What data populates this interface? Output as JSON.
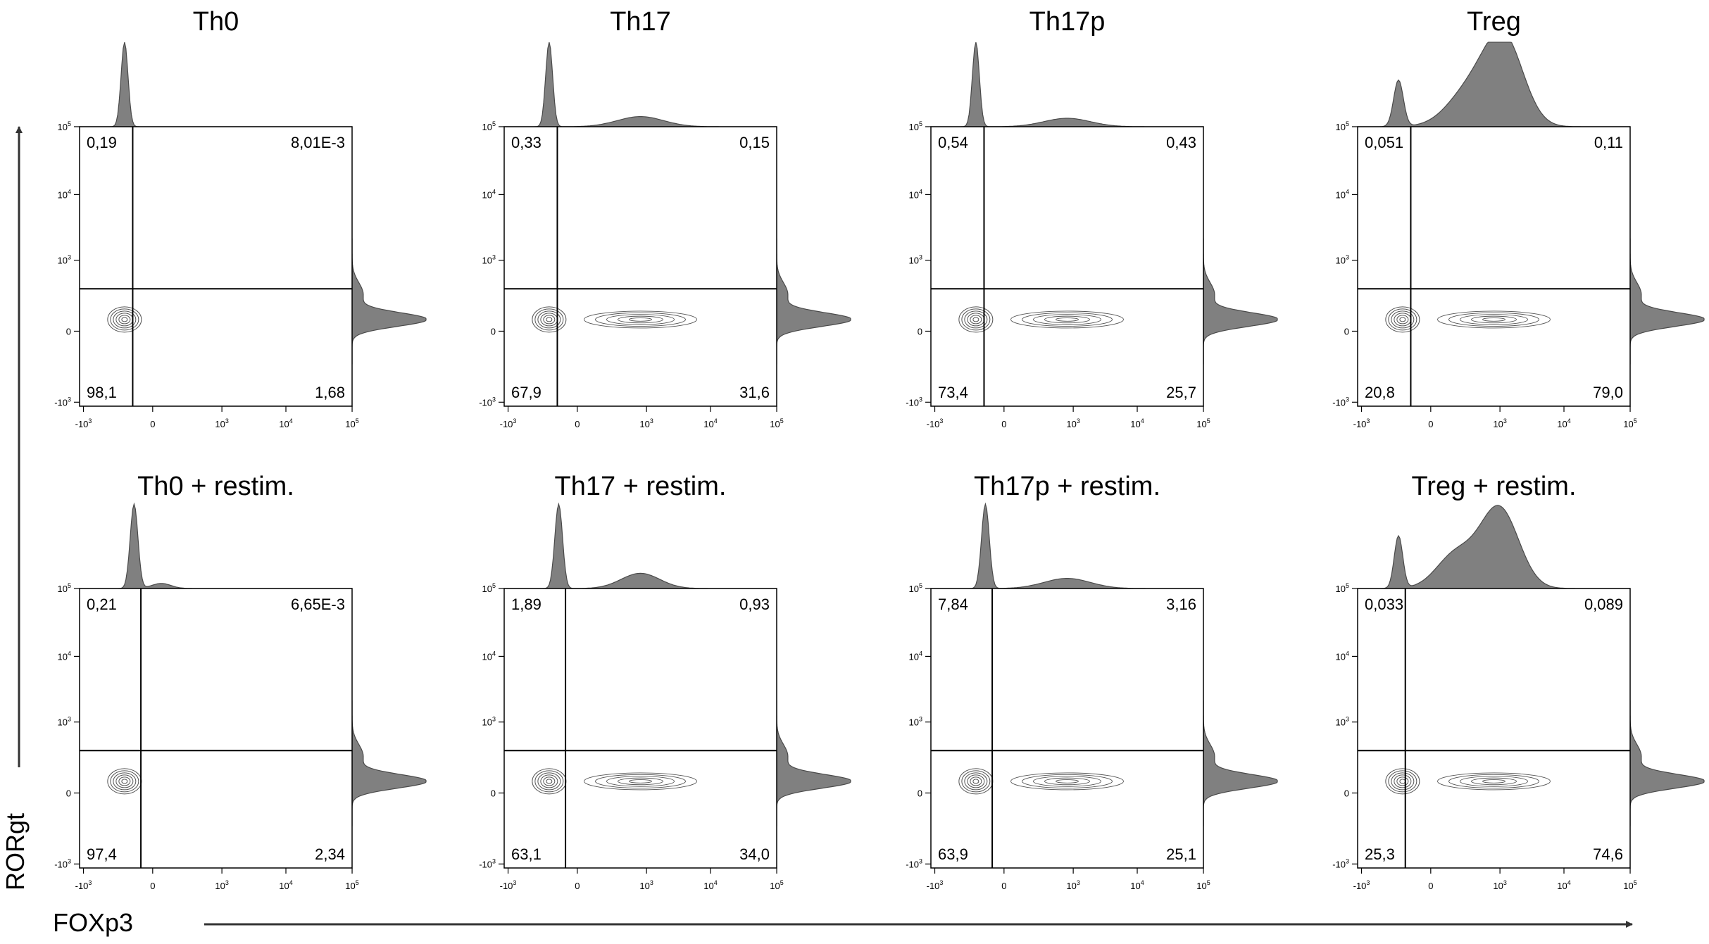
{
  "chart_data": {
    "type": "flow-cytometry-contour-grid",
    "x_axis_label": "FOXp3",
    "y_axis_label": "RORgt",
    "axis_tick_labels": [
      "-10 3",
      "0",
      "10 3",
      "10 4",
      "10 5"
    ],
    "axis_ticks": [
      {
        "base": "-10",
        "exp": "3",
        "value": -1000
      },
      {
        "base": "0",
        "exp": "",
        "value": 0
      },
      {
        "base": "10",
        "exp": "3",
        "value": 1000
      },
      {
        "base": "10",
        "exp": "4",
        "value": 10000
      },
      {
        "base": "10",
        "exp": "5",
        "value": 100000
      }
    ],
    "scale": "biexponential",
    "panels": [
      {
        "title": "Th0",
        "quadrants": {
          "top_left": "0,19",
          "top_right": "8,01E-3",
          "bottom_left": "98,1",
          "bottom_right": "1,68"
        }
      },
      {
        "title": "Th17",
        "quadrants": {
          "top_left": "0,33",
          "top_right": "0,15",
          "bottom_left": "67,9",
          "bottom_right": "31,6"
        }
      },
      {
        "title": "Th17p",
        "quadrants": {
          "top_left": "0,54",
          "top_right": "0,43",
          "bottom_left": "73,4",
          "bottom_right": "25,7"
        }
      },
      {
        "title": "Treg",
        "quadrants": {
          "top_left": "0,051",
          "top_right": "0,11",
          "bottom_left": "20,8",
          "bottom_right": "79,0"
        }
      },
      {
        "title": "Th0 + restim.",
        "quadrants": {
          "top_left": "0,21",
          "top_right": "6,65E-3",
          "bottom_left": "97,4",
          "bottom_right": "2,34"
        }
      },
      {
        "title": "Th17 + restim.",
        "quadrants": {
          "top_left": "1,89",
          "top_right": "0,93",
          "bottom_left": "63,1",
          "bottom_right": "34,0"
        }
      },
      {
        "title": "Th17p + restim.",
        "quadrants": {
          "top_left": "7,84",
          "top_right": "3,16",
          "bottom_left": "63,9",
          "bottom_right": "25,1"
        }
      },
      {
        "title": "Treg + restim.",
        "quadrants": {
          "top_left": "0,033",
          "top_right": "0,089",
          "bottom_left": "25,3",
          "bottom_right": "74,6"
        }
      }
    ]
  },
  "colors": {
    "histogram_fill": "#808080",
    "histogram_stroke": "#4a4a4a",
    "contour": "#555555",
    "axis": "#000000",
    "arrow": "#333333"
  }
}
